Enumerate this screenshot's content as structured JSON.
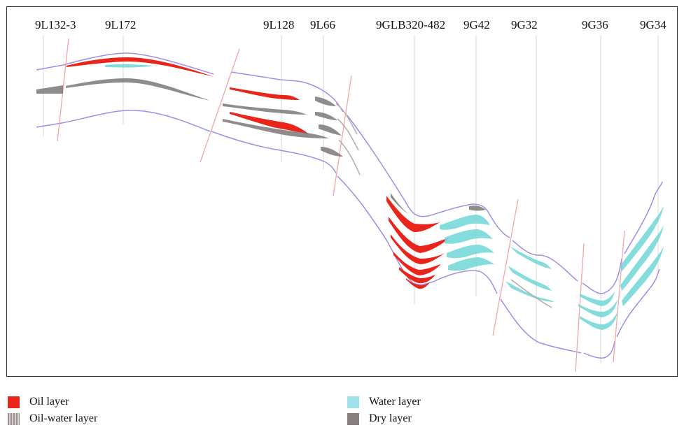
{
  "wells": [
    "9L132-3",
    "9L172",
    "9L128",
    "9L66",
    "9GLB320-482",
    "9G42",
    "9G32",
    "9G36",
    "9G34"
  ],
  "legend": {
    "oil": "Oil layer",
    "oil_water": "Oil-water layer",
    "water": "Water layer",
    "dry": "Dry layer"
  },
  "colors": {
    "oil": "#e8241b",
    "oil_water": "#a09898",
    "water": "#6fd6d6",
    "dry": "#7d7878",
    "horizon": "#9d8ee6",
    "fault": "#f0a0a0"
  }
}
